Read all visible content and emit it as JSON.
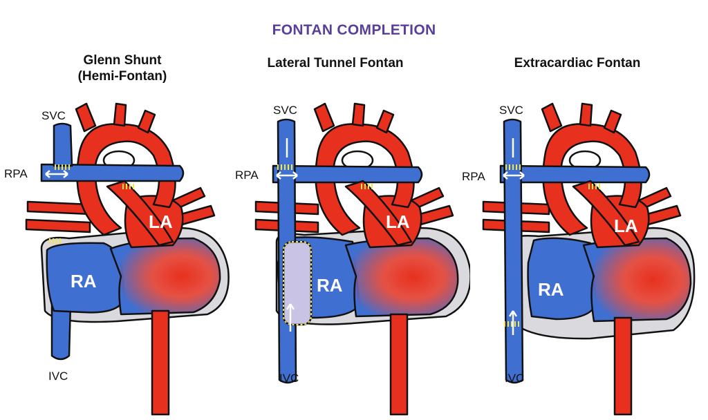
{
  "title": "FONTAN COMPLETION",
  "panels": [
    {
      "title_line1": "Glenn Shunt",
      "title_line2": "(Hemi-Fontan)",
      "labels": {
        "svc": "SVC",
        "rpa": "RPA",
        "ivc": "IVC",
        "la": "LA",
        "ra": "RA"
      }
    },
    {
      "title_line1": "Lateral Tunnel Fontan",
      "title_line2": "",
      "labels": {
        "svc": "SVC",
        "rpa": "RPA",
        "ivc": "IVC",
        "la": "LA",
        "ra": "RA"
      }
    },
    {
      "title_line1": "Extracardiac Fontan",
      "title_line2": "",
      "labels": {
        "svc": "SVC",
        "rpa": "RPA",
        "ivc": "IVC",
        "la": "LA",
        "ra": "RA"
      }
    }
  ],
  "colors": {
    "title": "#5a3f9a",
    "artery_red": "#e8301e",
    "vein_blue": "#3f6fd1",
    "suture_yellow": "#f2e64a",
    "pericardium_gray": "#d9d9de",
    "tunnel_lilac": "#c9c3e6"
  }
}
